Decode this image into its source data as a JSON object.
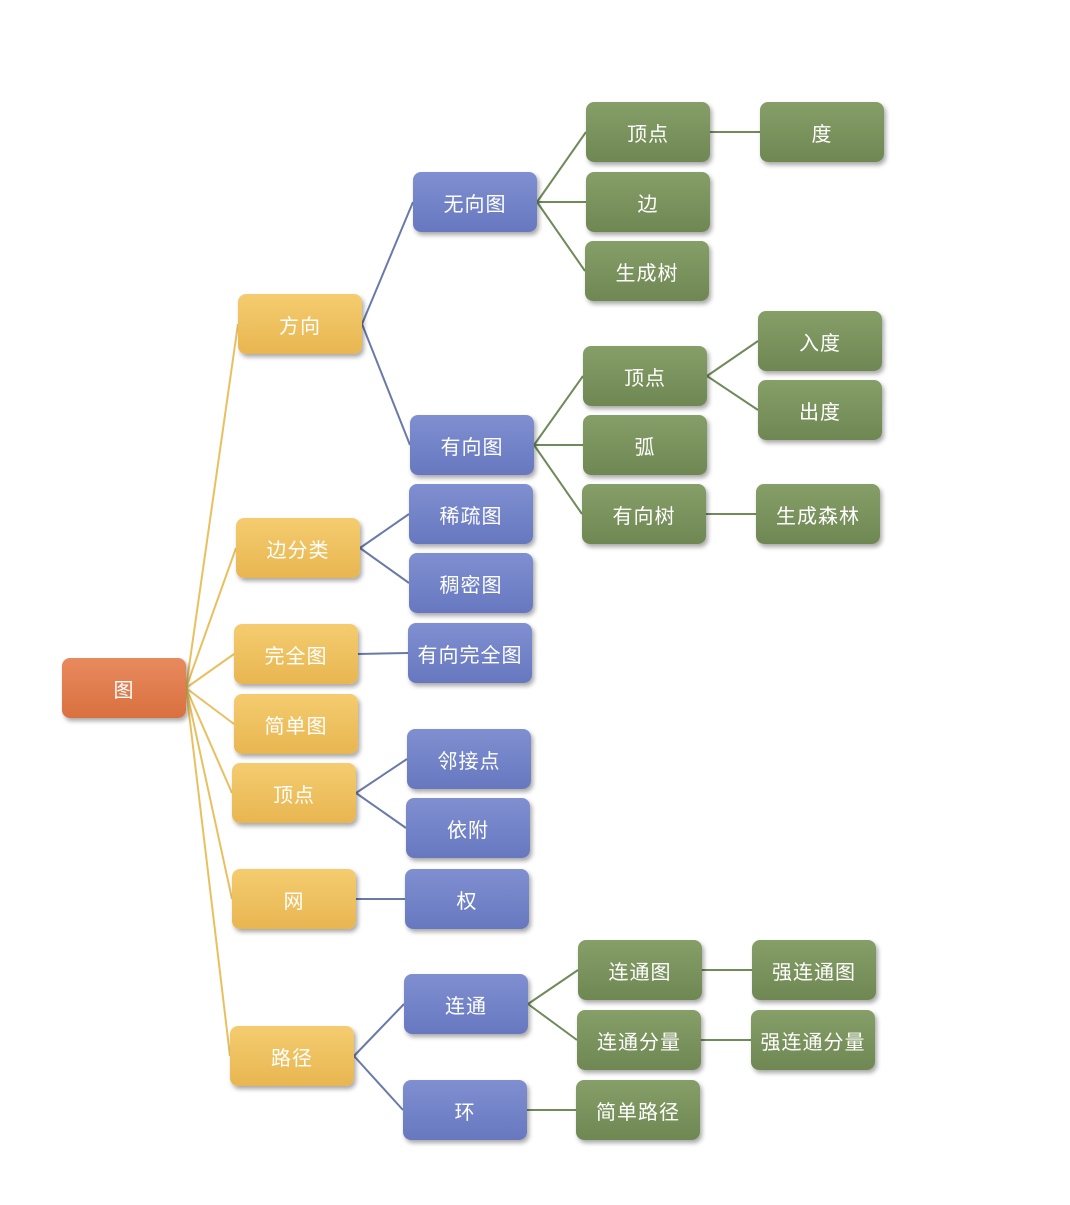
{
  "diagram": {
    "root": {
      "id": "tu",
      "label": "图",
      "level": 0
    },
    "nodes": [
      {
        "id": "fangxiang",
        "label": "方向",
        "level": 1,
        "parent": "tu"
      },
      {
        "id": "bianfenlei",
        "label": "边分类",
        "level": 1,
        "parent": "tu"
      },
      {
        "id": "wanquantu",
        "label": "完全图",
        "level": 1,
        "parent": "tu"
      },
      {
        "id": "jiandantu",
        "label": "简单图",
        "level": 1,
        "parent": "tu"
      },
      {
        "id": "dingdian1",
        "label": "顶点",
        "level": 1,
        "parent": "tu"
      },
      {
        "id": "wang",
        "label": "网",
        "level": 1,
        "parent": "tu"
      },
      {
        "id": "lujing",
        "label": "路径",
        "level": 1,
        "parent": "tu"
      },
      {
        "id": "wuxiangtu",
        "label": "无向图",
        "level": 2,
        "parent": "fangxiang"
      },
      {
        "id": "youxiangtu",
        "label": "有向图",
        "level": 2,
        "parent": "fangxiang"
      },
      {
        "id": "xishutu",
        "label": "稀疏图",
        "level": 2,
        "parent": "bianfenlei"
      },
      {
        "id": "choumitu",
        "label": "稠密图",
        "level": 2,
        "parent": "bianfenlei"
      },
      {
        "id": "youxiangwanquantu",
        "label": "有向完全图",
        "level": 2,
        "parent": "wanquantu"
      },
      {
        "id": "linjiedian",
        "label": "邻接点",
        "level": 2,
        "parent": "dingdian1"
      },
      {
        "id": "yifu",
        "label": "依附",
        "level": 2,
        "parent": "dingdian1"
      },
      {
        "id": "quan",
        "label": "权",
        "level": 2,
        "parent": "wang"
      },
      {
        "id": "liantong",
        "label": "连通",
        "level": 2,
        "parent": "lujing"
      },
      {
        "id": "huan",
        "label": "环",
        "level": 2,
        "parent": "lujing"
      },
      {
        "id": "wx_dingdian",
        "label": "顶点",
        "level": 3,
        "parent": "wuxiangtu"
      },
      {
        "id": "wx_bian",
        "label": "边",
        "level": 3,
        "parent": "wuxiangtu"
      },
      {
        "id": "wx_shengchengshu",
        "label": "生成树",
        "level": 3,
        "parent": "wuxiangtu"
      },
      {
        "id": "yx_dingdian",
        "label": "顶点",
        "level": 3,
        "parent": "youxiangtu"
      },
      {
        "id": "yx_hu",
        "label": "弧",
        "level": 3,
        "parent": "youxiangtu"
      },
      {
        "id": "yx_youxiangshu",
        "label": "有向树",
        "level": 3,
        "parent": "youxiangtu"
      },
      {
        "id": "lt_liantongtu",
        "label": "连通图",
        "level": 3,
        "parent": "liantong"
      },
      {
        "id": "lt_liantongfenliang",
        "label": "连通分量",
        "level": 3,
        "parent": "liantong"
      },
      {
        "id": "huan_jiandanlujing",
        "label": "简单路径",
        "level": 3,
        "parent": "huan"
      },
      {
        "id": "du",
        "label": "度",
        "level": 4,
        "parent": "wx_dingdian"
      },
      {
        "id": "rudu",
        "label": "入度",
        "level": 4,
        "parent": "yx_dingdian"
      },
      {
        "id": "chudu",
        "label": "出度",
        "level": 4,
        "parent": "yx_dingdian"
      },
      {
        "id": "shengchengsenlin",
        "label": "生成森林",
        "level": 4,
        "parent": "yx_youxiangshu"
      },
      {
        "id": "qiangliantongtu",
        "label": "强连通图",
        "level": 4,
        "parent": "lt_liantongtu"
      },
      {
        "id": "qiangliantongfenliang",
        "label": "强连通分量",
        "level": 4,
        "parent": "lt_liantongfenliang"
      }
    ],
    "colors": {
      "level0": "#d9703f",
      "level1": "#e8b651",
      "level2": "#6878c0",
      "level3": "#6f8752",
      "level4": "#6f8752",
      "link_level1": "#e8c060",
      "link_level2": "#6a7aa8",
      "link_level3": "#708a5a"
    }
  }
}
